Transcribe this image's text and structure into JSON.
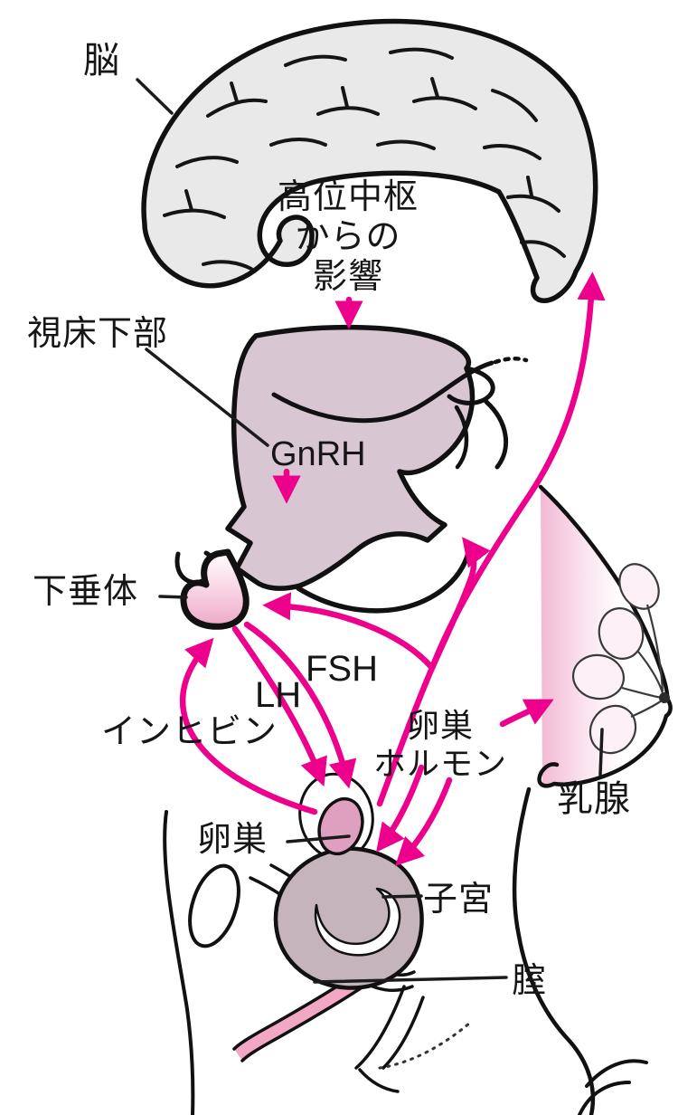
{
  "figure": {
    "title_hint": "female hormonal axis diagram",
    "labels": {
      "brain": "脳",
      "higher_center_line1": "高位中枢",
      "higher_center_line2": "からの",
      "higher_center_line3": "影響",
      "hypothalamus": "視床下部",
      "gnrh": "GnRH",
      "pituitary": "下垂体",
      "lh": "LH",
      "fsh": "FSH",
      "inhibin": "インヒビン",
      "ovarian_hormone_line1": "卵巣",
      "ovarian_hormone_line2": "ホルモン",
      "mammary_gland": "乳腺",
      "ovary": "卵巣",
      "uterus": "子宮",
      "vagina": "腟"
    },
    "colors": {
      "arrow": "#ec008c",
      "outline": "#111111",
      "brain_fill": "#e9e9e9",
      "hypothalamus_fill": "#d9c6d3",
      "pituitary_fill": "#f4bcd5",
      "ovary_fill": "#dfa0bf",
      "uterus_fill": "#c6b4bd",
      "vagina_fill": "#f2a8c4",
      "breast_fill": "#f5c3da"
    }
  }
}
